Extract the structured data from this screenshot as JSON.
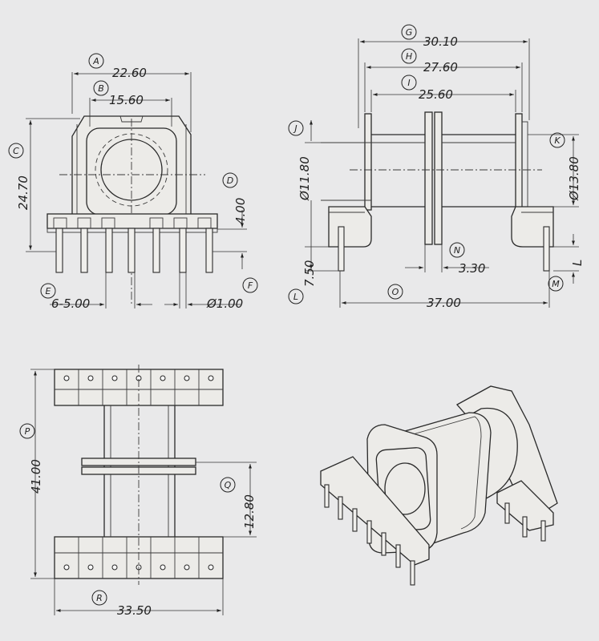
{
  "drawing": {
    "front_view": {
      "A": {
        "letter": "A",
        "value": "22.60"
      },
      "B": {
        "letter": "B",
        "value": "15.60"
      },
      "C": {
        "letter": "C",
        "value": "24.70"
      },
      "D": {
        "letter": "D",
        "value": "4.00"
      },
      "E": {
        "letter": "E",
        "value": "6-5.00"
      },
      "F": {
        "letter": "F",
        "value": "Ø1.00"
      }
    },
    "side_view": {
      "G": {
        "letter": "G",
        "value": "30.10"
      },
      "H": {
        "letter": "H",
        "value": "27.60"
      },
      "I": {
        "letter": "I",
        "value": "25.60"
      },
      "J": {
        "letter": "J",
        "value": "Ø11.80"
      },
      "K": {
        "letter": "K",
        "value": "Ø13.80"
      },
      "L": {
        "letter": "L",
        "value": "7.50"
      },
      "L_right": "L",
      "M": {
        "letter": "M"
      },
      "N": {
        "letter": "N",
        "value": "3.30"
      },
      "O": {
        "letter": "O",
        "value": "37.00"
      }
    },
    "bottom_view": {
      "P": {
        "letter": "P",
        "value": "41.00"
      },
      "Q": {
        "letter": "Q",
        "value": "12.80"
      },
      "R": {
        "letter": "R",
        "value": "33.50"
      }
    }
  }
}
